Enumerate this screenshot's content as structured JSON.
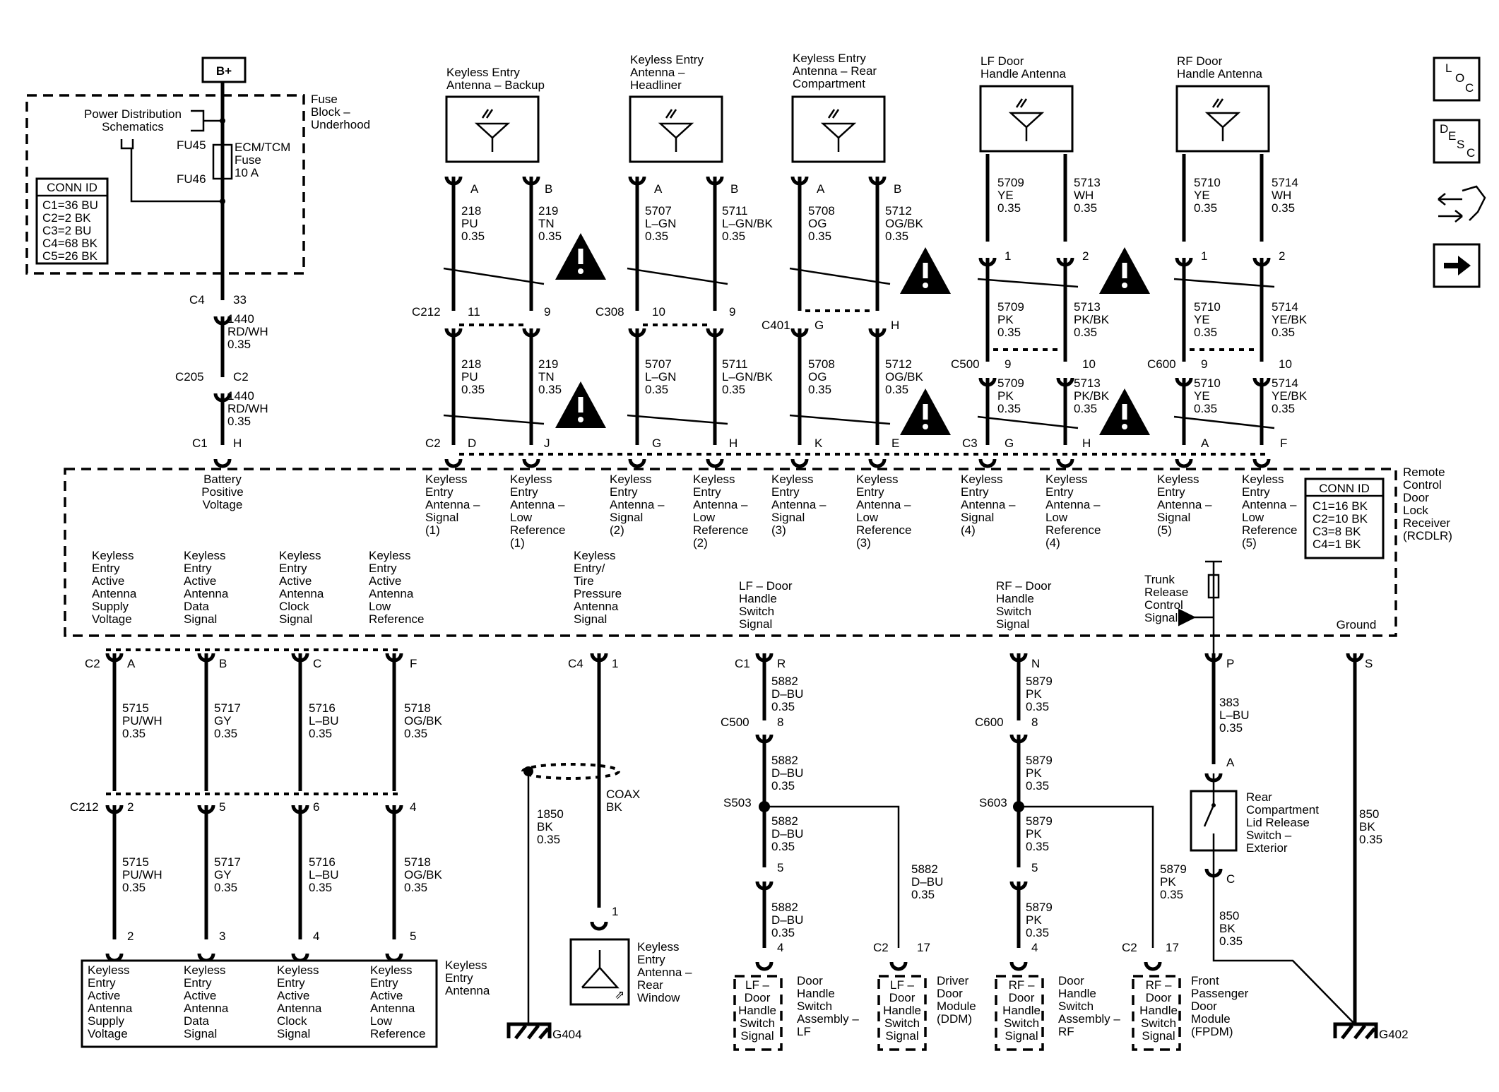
{
  "bplus": "B+",
  "fuse_block": {
    "label": [
      "Fuse",
      "Block –",
      "Underhood"
    ],
    "pds": [
      "Power Distribution",
      "Schematics"
    ],
    "fu45": "FU45",
    "fu46": "FU46",
    "fuse": [
      "ECM/TCM",
      "Fuse",
      "10 A"
    ],
    "conn_title": "CONN ID",
    "conn": [
      "C1=36 BU",
      "C2=2 BK",
      "C3=2 BU",
      "C4=68 BK",
      "C5=26 BK"
    ]
  },
  "rcdlr": {
    "label": [
      "Remote",
      "Control",
      "Door",
      "Lock",
      "Receiver",
      "(RCDLR)"
    ],
    "conn_title": "CONN ID",
    "conn": [
      "C1=16 BK",
      "C2=10 BK",
      "C3=8 BK",
      "C4=1 BK"
    ]
  },
  "nav_icons": [
    "loc-icon",
    "desc-icon",
    "connector-icon",
    "next-arrow-icon"
  ],
  "loc_text": [
    "L",
    "O",
    "C"
  ],
  "desc_text": [
    "D",
    "E",
    "S",
    "C"
  ],
  "antennas": [
    {
      "title": [
        "Keyless Entry",
        "Antenna – Backup"
      ]
    },
    {
      "title": [
        "Keyless Entry",
        "Antenna –",
        "Headliner"
      ]
    },
    {
      "title": [
        "Keyless Entry",
        "Antenna – Rear",
        "Compartment"
      ]
    },
    {
      "title": [
        "LF Door",
        "Handle Antenna"
      ]
    },
    {
      "title": [
        "RF Door",
        "Handle Antenna"
      ]
    }
  ],
  "texts": [
    [
      "C4",
      268,
      430
    ],
    [
      "33",
      330,
      430
    ],
    [
      "1440",
      322,
      457
    ],
    [
      "RD/WH",
      322,
      475
    ],
    [
      "0.35",
      322,
      493
    ],
    [
      "C205",
      248,
      539
    ],
    [
      "C2",
      330,
      539
    ],
    [
      "1440",
      322,
      566
    ],
    [
      "RD/WH",
      322,
      584
    ],
    [
      "0.35",
      322,
      602
    ],
    [
      "C1",
      272,
      633
    ],
    [
      "H",
      330,
      633
    ],
    [
      "A",
      666,
      273
    ],
    [
      "B",
      771,
      273
    ],
    [
      "218",
      653,
      304
    ],
    [
      "PU",
      653,
      322
    ],
    [
      "0.35",
      653,
      340
    ],
    [
      "219",
      762,
      304
    ],
    [
      "TN",
      762,
      322
    ],
    [
      "0.35",
      762,
      340
    ],
    [
      "C212",
      583,
      447
    ],
    [
      "11",
      662,
      447
    ],
    [
      "9",
      770,
      447
    ],
    [
      "218",
      653,
      521
    ],
    [
      "PU",
      653,
      539
    ],
    [
      "0.35",
      653,
      557
    ],
    [
      "219",
      762,
      521
    ],
    [
      "TN",
      762,
      539
    ],
    [
      "0.35",
      762,
      557
    ],
    [
      "C2",
      602,
      633
    ],
    [
      "D",
      662,
      633
    ],
    [
      "J",
      770,
      633
    ],
    [
      "A",
      926,
      273
    ],
    [
      "B",
      1034,
      273
    ],
    [
      "5707",
      913,
      304
    ],
    [
      "L–GN",
      913,
      322
    ],
    [
      "0.35",
      913,
      340
    ],
    [
      "5711",
      1022,
      304
    ],
    [
      "L–GN/BK",
      1022,
      322
    ],
    [
      "0.35",
      1022,
      340
    ],
    [
      "C308",
      843,
      447
    ],
    [
      "10",
      923,
      447
    ],
    [
      "9",
      1032,
      447
    ],
    [
      "5707",
      913,
      521
    ],
    [
      "L–GN",
      913,
      539
    ],
    [
      "0.35",
      913,
      557
    ],
    [
      "5711",
      1022,
      521
    ],
    [
      "L–GN/BK",
      1022,
      539
    ],
    [
      "0.35",
      1022,
      557
    ],
    [
      "G",
      923,
      633
    ],
    [
      "H",
      1032,
      633
    ],
    [
      "A",
      1156,
      273
    ],
    [
      "B",
      1265,
      273
    ],
    [
      "5708",
      1144,
      304
    ],
    [
      "OG",
      1144,
      322
    ],
    [
      "0.35",
      1144,
      340
    ],
    [
      "5712",
      1253,
      304
    ],
    [
      "OG/BK",
      1253,
      322
    ],
    [
      "0.35",
      1253,
      340
    ],
    [
      "C401",
      1078,
      466
    ],
    [
      "G",
      1153,
      466
    ],
    [
      "H",
      1261,
      466
    ],
    [
      "5708",
      1144,
      521
    ],
    [
      "OG",
      1144,
      539
    ],
    [
      "0.35",
      1144,
      557
    ],
    [
      "5712",
      1253,
      521
    ],
    [
      "OG/BK",
      1253,
      539
    ],
    [
      "0.35",
      1253,
      557
    ],
    [
      "K",
      1153,
      633
    ],
    [
      "E",
      1262,
      633
    ],
    [
      "5709",
      1412,
      264
    ],
    [
      "YE",
      1412,
      282
    ],
    [
      "0.35",
      1412,
      300
    ],
    [
      "5713",
      1520,
      264
    ],
    [
      "WH",
      1520,
      282
    ],
    [
      "0.35",
      1520,
      300
    ],
    [
      "1",
      1422,
      368
    ],
    [
      "2",
      1532,
      368
    ],
    [
      "5709",
      1412,
      440
    ],
    [
      "PK",
      1412,
      458
    ],
    [
      "0.35",
      1412,
      476
    ],
    [
      "5713",
      1520,
      440
    ],
    [
      "PK/BK",
      1520,
      458
    ],
    [
      "0.35",
      1520,
      476
    ],
    [
      "C500",
      1346,
      521
    ],
    [
      "9",
      1422,
      521
    ],
    [
      "10",
      1532,
      521
    ],
    [
      "5709",
      1412,
      548
    ],
    [
      "PK",
      1412,
      566
    ],
    [
      "0.35",
      1412,
      584
    ],
    [
      "5713",
      1520,
      548
    ],
    [
      "PK/BK",
      1520,
      566
    ],
    [
      "0.35",
      1520,
      584
    ],
    [
      "C3",
      1362,
      633
    ],
    [
      "G",
      1422,
      633
    ],
    [
      "H",
      1532,
      633
    ],
    [
      "5710",
      1690,
      264
    ],
    [
      "YE",
      1690,
      282
    ],
    [
      "0.35",
      1690,
      300
    ],
    [
      "5714",
      1800,
      264
    ],
    [
      "WH",
      1800,
      282
    ],
    [
      "0.35",
      1800,
      300
    ],
    [
      "1",
      1700,
      368
    ],
    [
      "2",
      1810,
      368
    ],
    [
      "5710",
      1690,
      440
    ],
    [
      "YE",
      1690,
      458
    ],
    [
      "0.35",
      1690,
      476
    ],
    [
      "5714",
      1800,
      440
    ],
    [
      "YE/BK",
      1800,
      458
    ],
    [
      "0.35",
      1800,
      476
    ],
    [
      "C600",
      1624,
      521
    ],
    [
      "9",
      1700,
      521
    ],
    [
      "10",
      1810,
      521
    ],
    [
      "5710",
      1690,
      548
    ],
    [
      "YE",
      1690,
      566
    ],
    [
      "0.35",
      1690,
      584
    ],
    [
      "5714",
      1800,
      548
    ],
    [
      "YE/BK",
      1800,
      566
    ],
    [
      "0.35",
      1800,
      584
    ],
    [
      "A",
      1700,
      633
    ],
    [
      "F",
      1812,
      633
    ],
    [
      "C2",
      120,
      945
    ],
    [
      "A",
      180,
      945
    ],
    [
      "B",
      310,
      945
    ],
    [
      "C",
      443,
      945
    ],
    [
      "F",
      580,
      945
    ],
    [
      "5715",
      173,
      1008
    ],
    [
      "PU/WH",
      173,
      1026
    ],
    [
      "0.35",
      173,
      1044
    ],
    [
      "5717",
      303,
      1008
    ],
    [
      "GY",
      303,
      1026
    ],
    [
      "0.35",
      303,
      1044
    ],
    [
      "5716",
      437,
      1008
    ],
    [
      "L–BU",
      437,
      1026
    ],
    [
      "0.35",
      437,
      1044
    ],
    [
      "5718",
      572,
      1008
    ],
    [
      "OG/BK",
      572,
      1026
    ],
    [
      "0.35",
      572,
      1044
    ],
    [
      "C212",
      99,
      1148
    ],
    [
      "2",
      180,
      1148
    ],
    [
      "5",
      310,
      1148
    ],
    [
      "6",
      443,
      1148
    ],
    [
      "4",
      580,
      1148
    ],
    [
      "5715",
      173,
      1226
    ],
    [
      "PU/WH",
      173,
      1244
    ],
    [
      "0.35",
      173,
      1262
    ],
    [
      "5717",
      303,
      1226
    ],
    [
      "GY",
      303,
      1244
    ],
    [
      "0.35",
      303,
      1262
    ],
    [
      "5716",
      437,
      1226
    ],
    [
      "L–BU",
      437,
      1244
    ],
    [
      "0.35",
      437,
      1262
    ],
    [
      "5718",
      572,
      1226
    ],
    [
      "OG/BK",
      572,
      1244
    ],
    [
      "0.35",
      572,
      1262
    ],
    [
      "2",
      180,
      1331
    ],
    [
      "3",
      310,
      1331
    ],
    [
      "4",
      443,
      1331
    ],
    [
      "5",
      580,
      1331
    ],
    [
      "C4",
      804,
      945
    ],
    [
      "1",
      866,
      945
    ],
    [
      "COAX",
      858,
      1130
    ],
    [
      "BK",
      858,
      1148
    ],
    [
      "1850",
      760,
      1158
    ],
    [
      "BK",
      760,
      1176
    ],
    [
      "0.35",
      760,
      1194
    ],
    [
      "1",
      866,
      1296
    ],
    [
      "C1",
      1040,
      945
    ],
    [
      "R",
      1100,
      945
    ],
    [
      "5882",
      1092,
      970
    ],
    [
      "D–BU",
      1092,
      988
    ],
    [
      "0.35",
      1092,
      1006
    ],
    [
      "C500",
      1020,
      1028
    ],
    [
      "8",
      1100,
      1028
    ],
    [
      "5882",
      1092,
      1082
    ],
    [
      "D–BU",
      1092,
      1100
    ],
    [
      "0.35",
      1092,
      1118
    ],
    [
      "S503",
      1024,
      1142
    ],
    [
      "5882",
      1092,
      1168
    ],
    [
      "D–BU",
      1092,
      1186
    ],
    [
      "0.35",
      1092,
      1204
    ],
    [
      "5",
      1100,
      1234
    ],
    [
      "5882",
      1092,
      1290
    ],
    [
      "D–BU",
      1092,
      1308
    ],
    [
      "0.35",
      1092,
      1326
    ],
    [
      "4",
      1100,
      1347
    ],
    [
      "5882",
      1290,
      1236
    ],
    [
      "D–BU",
      1290,
      1254
    ],
    [
      "0.35",
      1290,
      1272
    ],
    [
      "C2",
      1236,
      1347
    ],
    [
      "17",
      1298,
      1347
    ],
    [
      "N",
      1460,
      945
    ],
    [
      "5879",
      1452,
      970
    ],
    [
      "PK",
      1452,
      988
    ],
    [
      "0.35",
      1452,
      1006
    ],
    [
      "C600",
      1380,
      1028
    ],
    [
      "8",
      1460,
      1028
    ],
    [
      "5879",
      1452,
      1082
    ],
    [
      "PK",
      1452,
      1100
    ],
    [
      "0.35",
      1452,
      1118
    ],
    [
      "S603",
      1386,
      1142
    ],
    [
      "5879",
      1452,
      1168
    ],
    [
      "PK",
      1452,
      1186
    ],
    [
      "0.35",
      1452,
      1204
    ],
    [
      "5",
      1460,
      1234
    ],
    [
      "5879",
      1452,
      1290
    ],
    [
      "PK",
      1452,
      1308
    ],
    [
      "0.35",
      1452,
      1326
    ],
    [
      "4",
      1460,
      1347
    ],
    [
      "5879",
      1642,
      1236
    ],
    [
      "PK",
      1642,
      1254
    ],
    [
      "0.35",
      1642,
      1272
    ],
    [
      "C2",
      1588,
      1347
    ],
    [
      "17",
      1650,
      1347
    ],
    [
      "P",
      1736,
      945
    ],
    [
      "383",
      1726,
      1000
    ],
    [
      "L–BU",
      1726,
      1018
    ],
    [
      "0.35",
      1726,
      1036
    ],
    [
      "A",
      1736,
      1085
    ],
    [
      "C",
      1736,
      1250
    ],
    [
      "850",
      1726,
      1302
    ],
    [
      "BK",
      1726,
      1320
    ],
    [
      "0.35",
      1726,
      1338
    ],
    [
      "S",
      1932,
      945
    ],
    [
      "850",
      1924,
      1158
    ],
    [
      "BK",
      1924,
      1176
    ],
    [
      "0.35",
      1924,
      1194
    ],
    [
      "G404",
      782,
      1470
    ],
    [
      "G402",
      1952,
      1470
    ]
  ],
  "blocks": [
    [
      [
        "Battery",
        "Positive",
        "Voltage"
      ],
      315,
      684,
      "middle"
    ],
    [
      [
        "Keyless",
        "Entry",
        "Antenna –",
        "Signal",
        "(1)"
      ],
      602,
      684,
      "start"
    ],
    [
      [
        "Keyless",
        "Entry",
        "Antenna –",
        "Low",
        "Reference",
        "(1)"
      ],
      722,
      684,
      "start"
    ],
    [
      [
        "Keyless",
        "Entry",
        "Antenna –",
        "Signal",
        "(2)"
      ],
      863,
      684,
      "start"
    ],
    [
      [
        "Keyless",
        "Entry",
        "Antenna –",
        "Low",
        "Reference",
        "(2)"
      ],
      981,
      684,
      "start"
    ],
    [
      [
        "Keyless",
        "Entry",
        "Antenna –",
        "Signal",
        "(3)"
      ],
      1092,
      684,
      "start"
    ],
    [
      [
        "Keyless",
        "Entry",
        "Antenna –",
        "Low",
        "Reference",
        "(3)"
      ],
      1212,
      684,
      "start"
    ],
    [
      [
        "Keyless",
        "Entry",
        "Antenna –",
        "Signal",
        "(4)"
      ],
      1360,
      684,
      "start"
    ],
    [
      [
        "Keyless",
        "Entry",
        "Antenna –",
        "Low",
        "Reference",
        "(4)"
      ],
      1480,
      684,
      "start"
    ],
    [
      [
        "Keyless",
        "Entry",
        "Antenna –",
        "Signal",
        "(5)"
      ],
      1638,
      684,
      "start"
    ],
    [
      [
        "Keyless",
        "Entry",
        "Antenna –",
        "Low",
        "Reference",
        "(5)"
      ],
      1758,
      684,
      "start"
    ],
    [
      [
        "Keyless",
        "Entry",
        "Active",
        "Antenna",
        "Supply",
        "Voltage"
      ],
      130,
      792,
      "start"
    ],
    [
      [
        "Keyless",
        "Entry",
        "Active",
        "Antenna",
        "Data",
        "Signal"
      ],
      260,
      792,
      "start"
    ],
    [
      [
        "Keyless",
        "Entry",
        "Active",
        "Antenna",
        "Clock",
        "Signal"
      ],
      395,
      792,
      "start"
    ],
    [
      [
        "Keyless",
        "Entry",
        "Active",
        "Antenna",
        "Low",
        "Reference"
      ],
      522,
      792,
      "start"
    ],
    [
      [
        "Keyless",
        "Entry/",
        "Tire",
        "Pressure",
        "Antenna",
        "Signal"
      ],
      812,
      792,
      "start"
    ],
    [
      [
        "LF – Door",
        "Handle",
        "Switch",
        "Signal"
      ],
      1046,
      835,
      "start"
    ],
    [
      [
        "RF – Door",
        "Handle",
        "Switch",
        "Signal"
      ],
      1410,
      835,
      "start"
    ],
    [
      [
        "Trunk",
        "Release",
        "Control",
        "Signal"
      ],
      1620,
      826,
      "start"
    ],
    [
      [
        "Ground"
      ],
      1920,
      890,
      "middle"
    ],
    [
      [
        "Keyless",
        "Entry",
        "Active",
        "Antenna",
        "Supply",
        "Voltage"
      ],
      124,
      1379,
      "start"
    ],
    [
      [
        "Keyless",
        "Entry",
        "Active",
        "Antenna",
        "Data",
        "Signal"
      ],
      260,
      1379,
      "start"
    ],
    [
      [
        "Keyless",
        "Entry",
        "Active",
        "Antenna",
        "Clock",
        "Signal"
      ],
      392,
      1379,
      "start"
    ],
    [
      [
        "Keyless",
        "Entry",
        "Active",
        "Antenna",
        "Low",
        "Reference"
      ],
      524,
      1379,
      "start"
    ],
    [
      [
        "Keyless",
        "Entry",
        "Antenna"
      ],
      630,
      1372,
      "start"
    ],
    [
      [
        "Keyless",
        "Entry",
        "Antenna –",
        "Rear",
        "Window"
      ],
      902,
      1346,
      "start"
    ],
    [
      [
        "LF –",
        "Door",
        "Handle",
        "Switch",
        "Signal"
      ],
      1072,
      1400,
      "middle"
    ],
    [
      [
        "Door",
        "Handle",
        "Switch",
        "Assembly –",
        "LF"
      ],
      1128,
      1394,
      "start"
    ],
    [
      [
        "LF –",
        "Door",
        "Handle",
        "Switch",
        "Signal"
      ],
      1277,
      1400,
      "middle"
    ],
    [
      [
        "Driver",
        "Door",
        "Module",
        "(DDM)"
      ],
      1326,
      1394,
      "start"
    ],
    [
      [
        "RF –",
        "Door",
        "Handle",
        "Switch",
        "Signal"
      ],
      1446,
      1400,
      "middle"
    ],
    [
      [
        "Door",
        "Handle",
        "Switch",
        "Assembly –",
        "RF"
      ],
      1498,
      1394,
      "start"
    ],
    [
      [
        "RF –",
        "Door",
        "Handle",
        "Switch",
        "Signal"
      ],
      1640,
      1400,
      "middle"
    ],
    [
      [
        "Front",
        "Passenger",
        "Door",
        "Module",
        "(FPDM)"
      ],
      1686,
      1394,
      "start"
    ],
    [
      [
        "Rear",
        "Compartment",
        "Lid Release",
        "Switch –",
        "Exterior"
      ],
      1764,
      1134,
      "start"
    ]
  ]
}
